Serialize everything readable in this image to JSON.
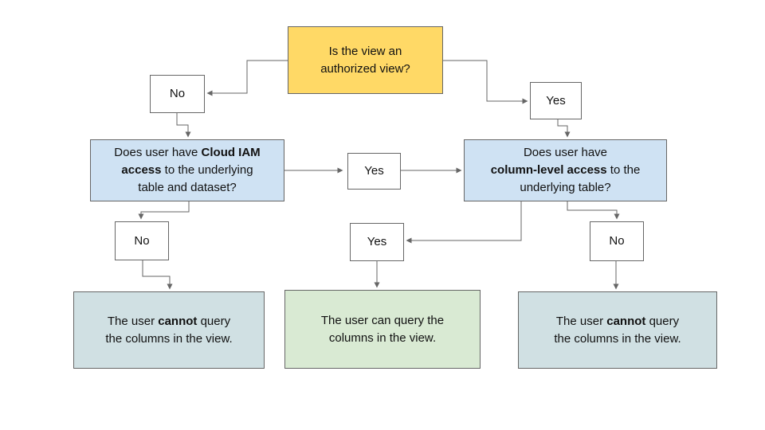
{
  "diagram": {
    "type": "flowchart",
    "colors": {
      "root_decision_fill": "#FFD966",
      "decision_fill": "#CFE2F3",
      "result_negative_fill": "#D0E0E3",
      "result_positive_fill": "#D9EAD3",
      "border_and_line": "#666666",
      "text": "#111111",
      "background": "#FFFFFF"
    },
    "nodes": {
      "root": {
        "l1": "Is the view an",
        "l2": "authorized view?"
      },
      "no1": {
        "label": "No"
      },
      "yes1": {
        "label": "Yes"
      },
      "iam": {
        "l1a": "Does user have ",
        "l1b": "Cloud IAM",
        "l2a": "access",
        "l2b": " to the underlying",
        "l3": "table and dataset?"
      },
      "yes2": {
        "label": "Yes"
      },
      "col": {
        "l1": "Does user have",
        "l2a": "column-level access",
        "l2b": " to the",
        "l3": "underlying table?"
      },
      "no2": {
        "label": "No"
      },
      "yes3": {
        "label": "Yes"
      },
      "no3": {
        "label": "No"
      },
      "result_left": {
        "l1a": "The user ",
        "l1b": "cannot",
        "l1c": " query",
        "l2": "the columns in the view."
      },
      "result_mid": {
        "l1": "The user can query the",
        "l2": "columns in the view."
      },
      "result_right": {
        "l1a": "The user ",
        "l1b": "cannot",
        "l1c": " query",
        "l2": "the columns in the view."
      }
    }
  }
}
